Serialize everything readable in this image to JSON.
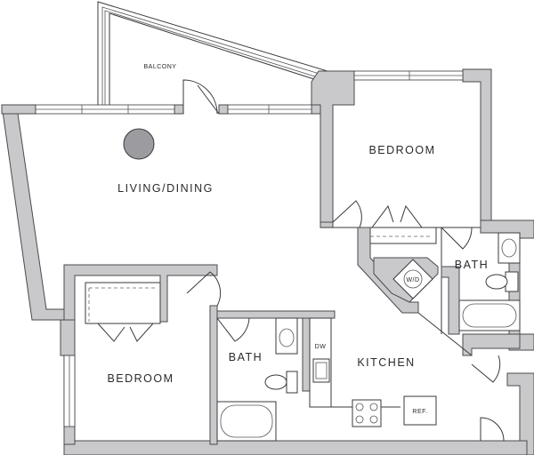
{
  "rooms": {
    "balcony": "BALCONY",
    "living_dining": "LIVING/DINING",
    "bedroom_1": "BEDROOM",
    "bedroom_2": "BEDROOM",
    "bath_1": "BATH",
    "bath_2": "BATH",
    "kitchen": "KITCHEN"
  },
  "appliances": {
    "washer_dryer": "W/D",
    "dishwasher": "DW",
    "refrigerator": "REF."
  }
}
